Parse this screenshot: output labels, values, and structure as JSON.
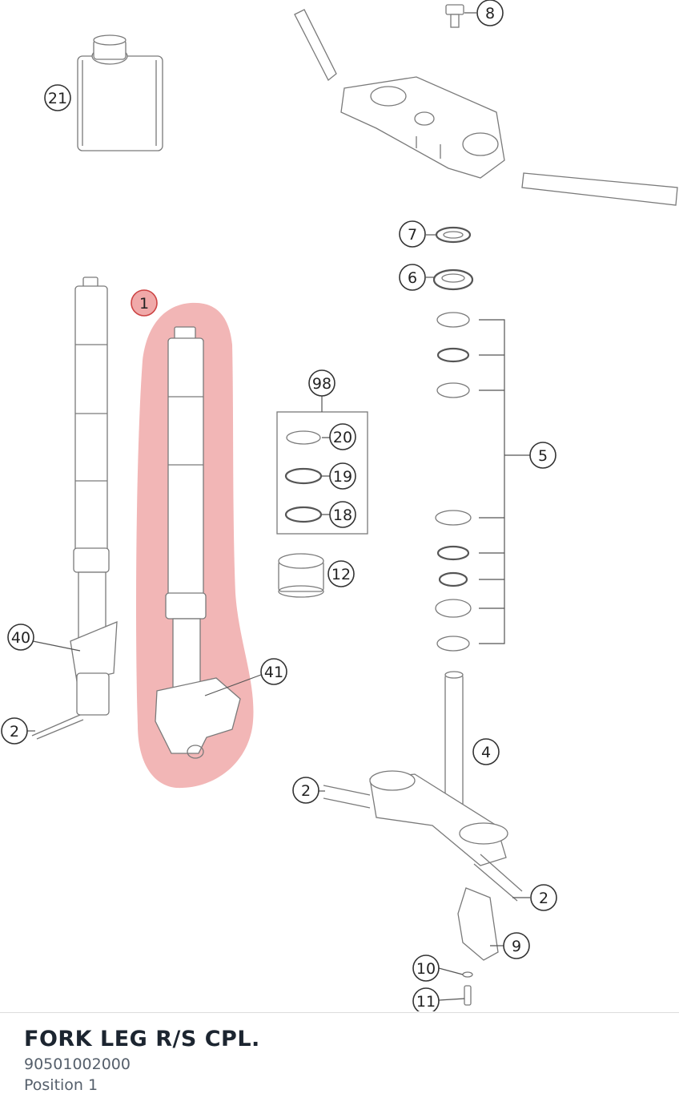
{
  "diagram": {
    "highlight_color": "#f0a9a9",
    "selected_callout": "1",
    "callouts": [
      "1",
      "2",
      "4",
      "5",
      "6",
      "7",
      "8",
      "9",
      "10",
      "11",
      "12",
      "18",
      "19",
      "20",
      "21",
      "40",
      "41",
      "98"
    ],
    "callout_instances": [
      {
        "id": "c8",
        "label": "8"
      },
      {
        "id": "c21",
        "label": "21"
      },
      {
        "id": "c7",
        "label": "7"
      },
      {
        "id": "c6",
        "label": "6"
      },
      {
        "id": "c1",
        "label": "1"
      },
      {
        "id": "c98",
        "label": "98"
      },
      {
        "id": "c20",
        "label": "20"
      },
      {
        "id": "c19",
        "label": "19"
      },
      {
        "id": "c18",
        "label": "18"
      },
      {
        "id": "c12",
        "label": "12"
      },
      {
        "id": "c5",
        "label": "5"
      },
      {
        "id": "c40",
        "label": "40"
      },
      {
        "id": "c41",
        "label": "41"
      },
      {
        "id": "c2a",
        "label": "2"
      },
      {
        "id": "c4",
        "label": "4"
      },
      {
        "id": "c2b",
        "label": "2"
      },
      {
        "id": "c2c",
        "label": "2"
      },
      {
        "id": "c9",
        "label": "9"
      },
      {
        "id": "c10",
        "label": "10"
      },
      {
        "id": "c11",
        "label": "11"
      }
    ]
  },
  "part": {
    "title": "FORK LEG R/S CPL.",
    "number": "90501002000",
    "position": "Position 1"
  }
}
